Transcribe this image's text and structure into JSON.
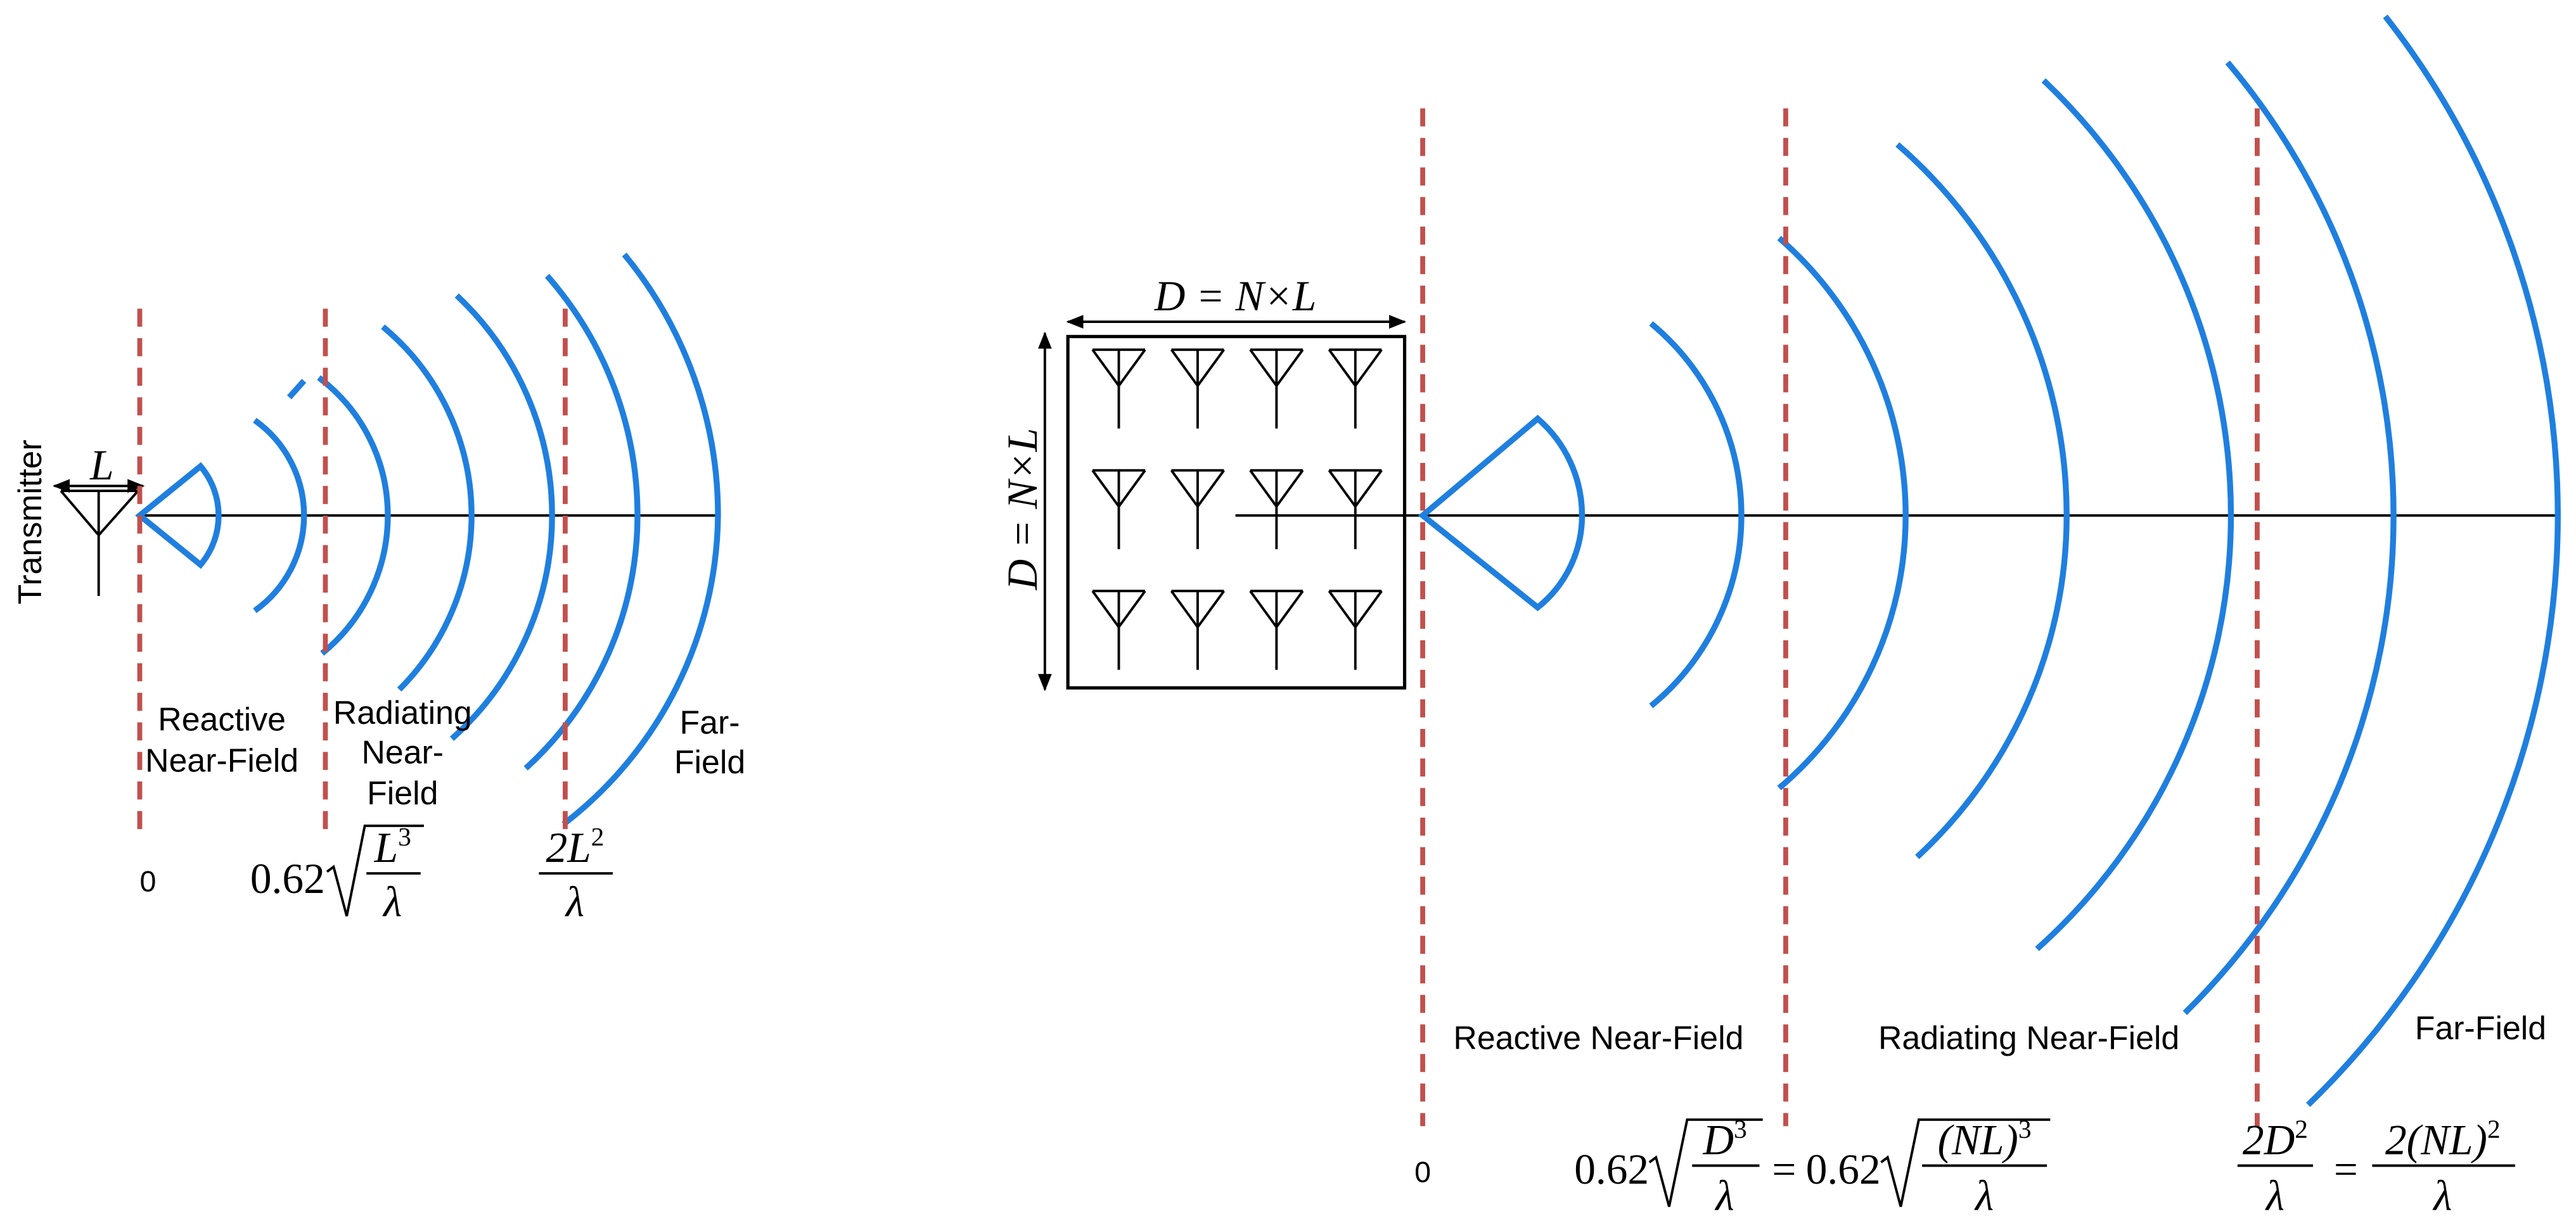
{
  "left_diagram": {
    "transmitter_label": "Transmitter",
    "element_size_label": "L",
    "region_labels": {
      "reactive_near_field": [
        "Reactive",
        "Near-Field"
      ],
      "radiating_near_field": [
        "Radiating",
        "Near-",
        "Field"
      ],
      "far_field": [
        "Far-",
        "Field"
      ]
    },
    "boundaries": {
      "origin": "0",
      "radiating_start": {
        "coefficient": "0.62",
        "numerator": "L",
        "exponent": "3",
        "denominator": "λ"
      },
      "far_field_start": {
        "numerator": "2L",
        "exponent": "2",
        "denominator": "λ"
      }
    }
  },
  "right_diagram": {
    "array_width_label": "D = N×L",
    "array_height_label": "D = N×L",
    "array": {
      "rows": 3,
      "columns": 4
    },
    "region_labels": {
      "reactive_near_field": "Reactive Near-Field",
      "radiating_near_field": "Radiating Near-Field",
      "far_field": "Far-Field"
    },
    "boundaries": {
      "origin": "0",
      "radiating_start": {
        "lhs": {
          "coefficient": "0.62",
          "numerator": "D",
          "exponent": "3",
          "denominator": "λ"
        },
        "equals": "=",
        "rhs": {
          "coefficient": "0.62",
          "numerator": "(NL)",
          "exponent": "3",
          "denominator": "λ"
        }
      },
      "far_field_start": {
        "lhs": {
          "numerator": "2D",
          "exponent": "2",
          "denominator": "λ"
        },
        "equals": "=",
        "rhs": {
          "numerator": "2(NL)",
          "exponent": "2",
          "denominator": "λ"
        }
      }
    }
  },
  "colors": {
    "wavefront": "#1f7fdf",
    "boundary": "#c0504d",
    "line": "#000000"
  }
}
